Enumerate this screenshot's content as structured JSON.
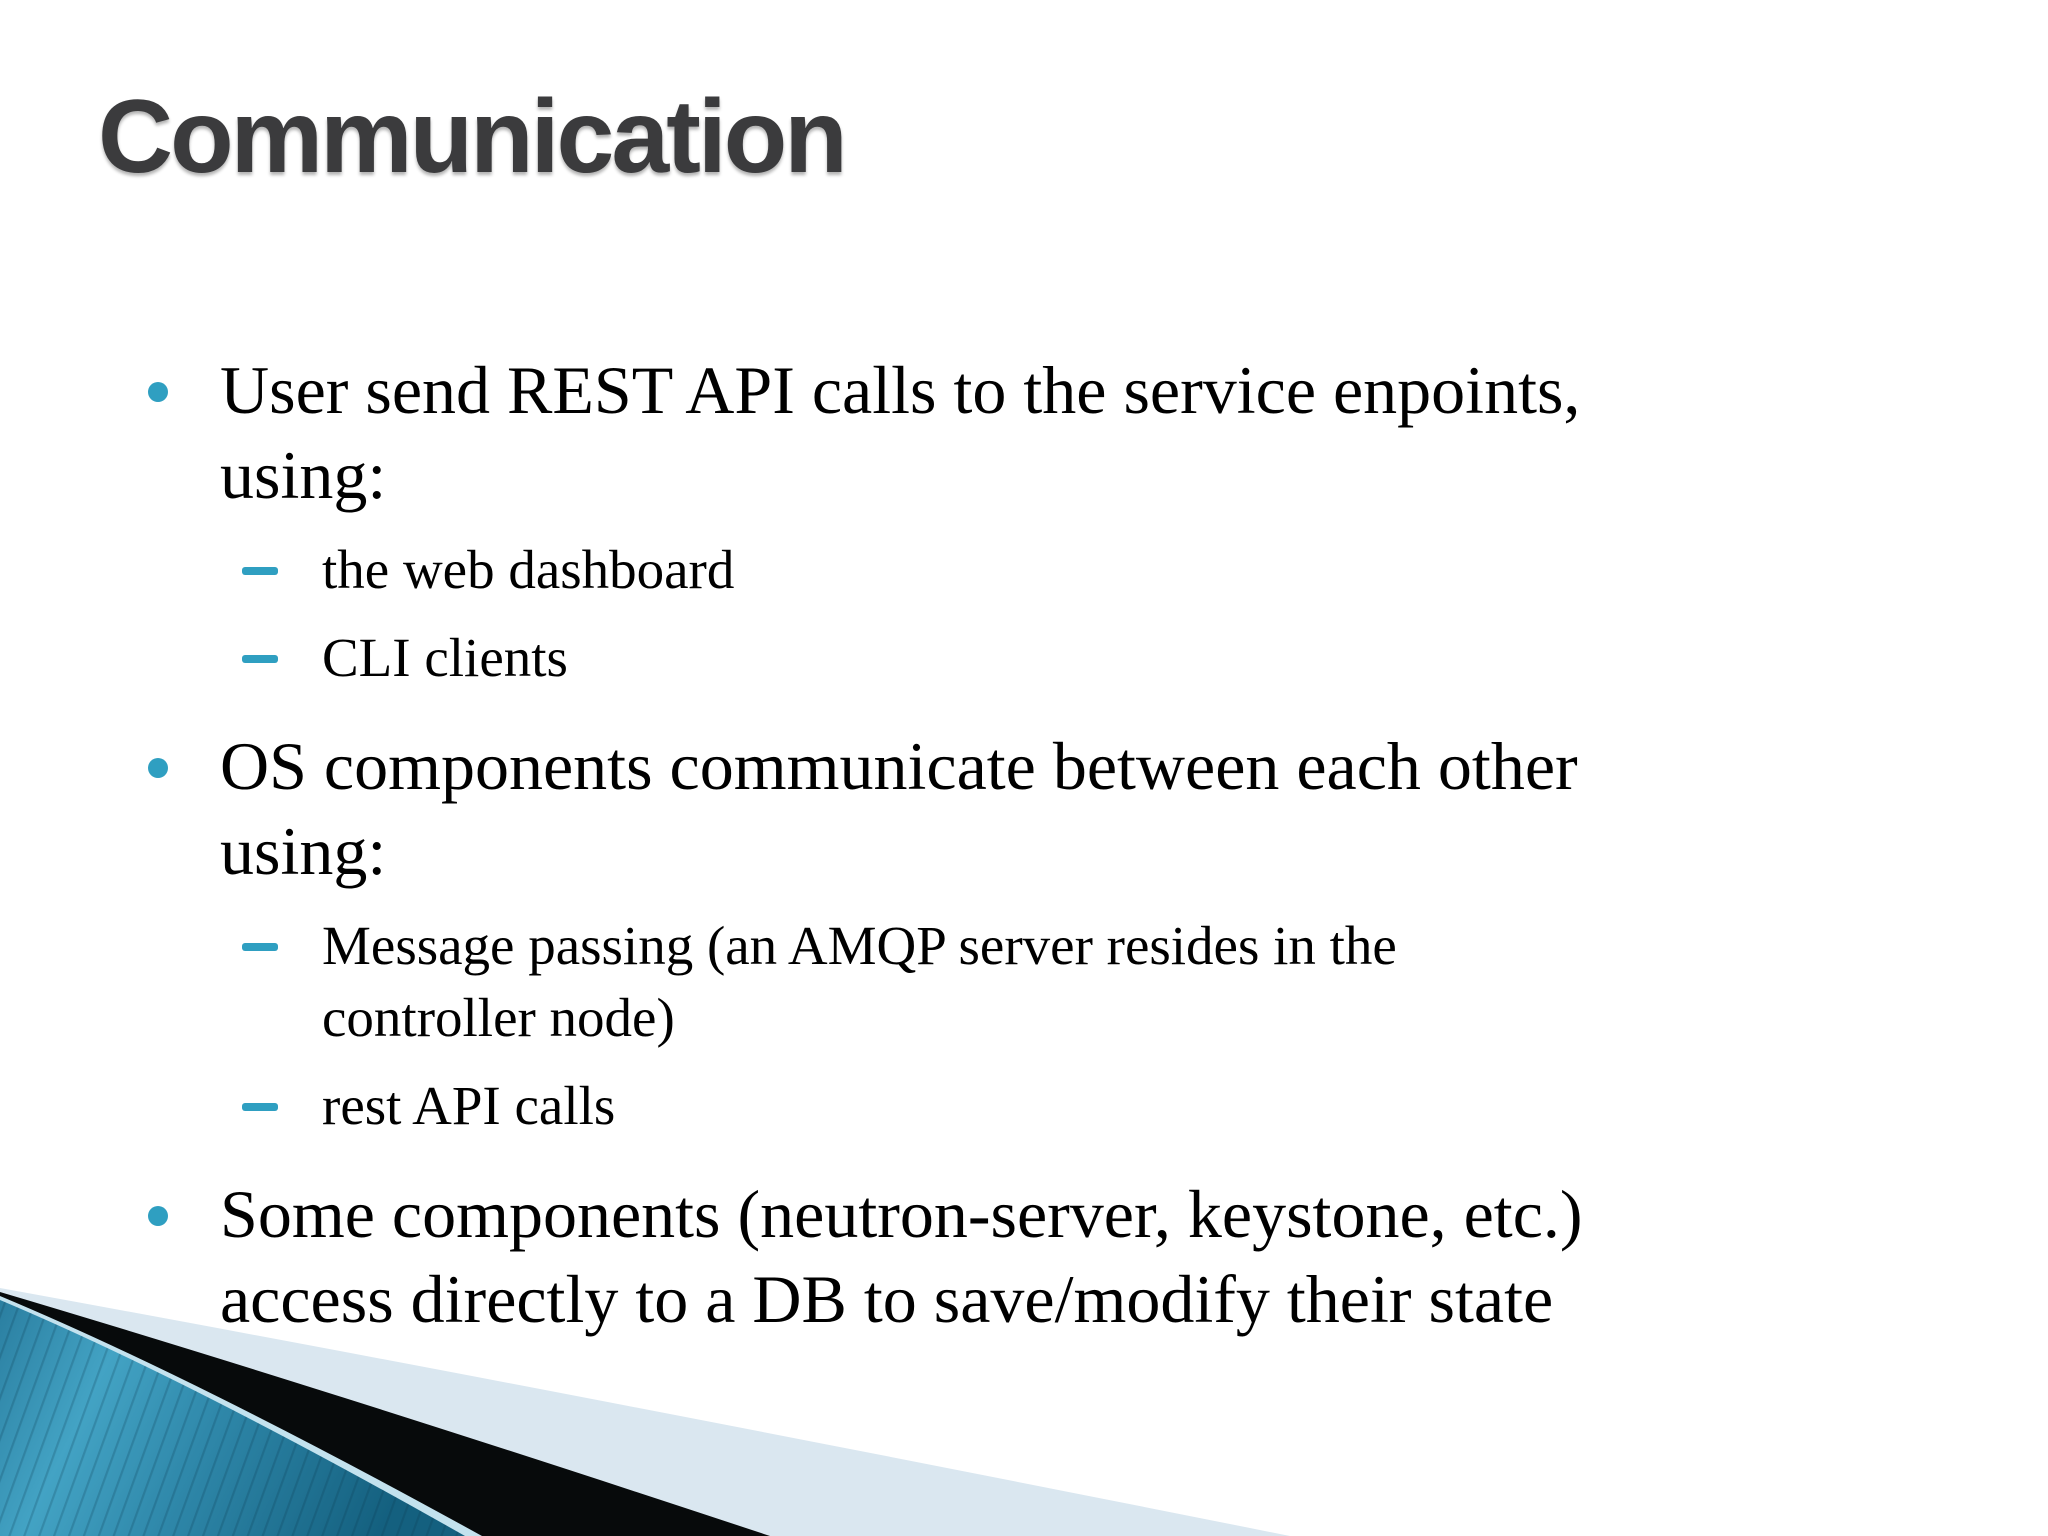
{
  "slide": {
    "title": "Communication",
    "bullets": [
      {
        "level": 1,
        "marker": "dot-bullet-icon",
        "text": "User send REST API calls to the service enpoints,\nusing:"
      },
      {
        "level": 2,
        "marker": "dash-bullet-icon",
        "text": "the web dashboard"
      },
      {
        "level": 2,
        "marker": "dash-bullet-icon",
        "text": "CLI clients"
      },
      {
        "level": 1,
        "marker": "dot-bullet-icon",
        "text": "OS components communicate between each other\nusing:"
      },
      {
        "level": 2,
        "marker": "dash-bullet-icon",
        "text": "Message passing (an AMQP server resides in the\ncontroller node)"
      },
      {
        "level": 2,
        "marker": "dash-bullet-icon",
        "text": "rest API calls"
      },
      {
        "level": 1,
        "marker": "dot-bullet-icon",
        "text": "Some components (neutron-server, keystone, etc.)\naccess directly to a DB to save/modify their state"
      }
    ],
    "colors": {
      "title_text": "#3b3b3d",
      "body_text": "#000000",
      "bullet_accent": "#2f9fc1",
      "footer_teal_light": "#4aa9c9",
      "footer_teal_mid": "#2f86a8",
      "footer_teal_dark": "#14607f",
      "footer_black_stripe": "#070a0b",
      "footer_pale_stripe": "#dae7f0",
      "footer_edge_light": "#c3e2ee"
    }
  }
}
